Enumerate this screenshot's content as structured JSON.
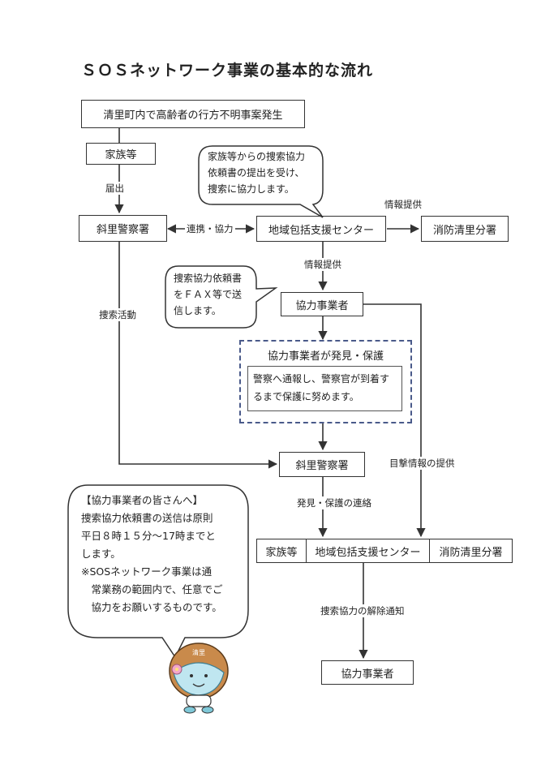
{
  "title": "ＳＯＳネットワーク事業の基本的な流れ",
  "nodes": {
    "occurrence": "清里町内で高齢者の行方不明事案発生",
    "family": "家族等",
    "police1": "斜里警察署",
    "center1": "地域包括支援センター",
    "fire1": "消防清里分署",
    "cooperator1": "協力事業者",
    "discovery_title": "協力事業者が発見・保護",
    "discovery_text": [
      "警察へ通報し、警察官が到着す",
      "るまで保護に努めます。"
    ],
    "police2": "斜里警察署",
    "family2": "家族等",
    "center2": "地域包括支援センター",
    "fire2": "消防清里分署",
    "cooperator2": "協力事業者"
  },
  "edge_labels": {
    "report": "届出",
    "liaison": "連携・協力",
    "info1": "情報提供",
    "info2": "情報提供",
    "search": "捜索活動",
    "sighting": "目撃情報の提供",
    "discovery_contact": "発見・保護の連絡",
    "cancel": "捜索協力の解除通知"
  },
  "bubbles": {
    "top": [
      "家族等からの捜索協力",
      "依頼書の提出を受け、",
      "捜索に協力します。"
    ],
    "middle": [
      "捜索協力依頼書",
      "をＦＡＸ等で送",
      "信します。"
    ],
    "notice_title": "【協力事業者の皆さんへ】",
    "notice": [
      "捜索協力依頼書の送信は原則",
      "平日８時１５分～17時までと",
      "します。",
      "※SOSネットワーク事業は通",
      "　常業務の範囲内で、任意でご",
      "　協力をお願いするものです。"
    ]
  },
  "mascot": {
    "label": "清里"
  }
}
